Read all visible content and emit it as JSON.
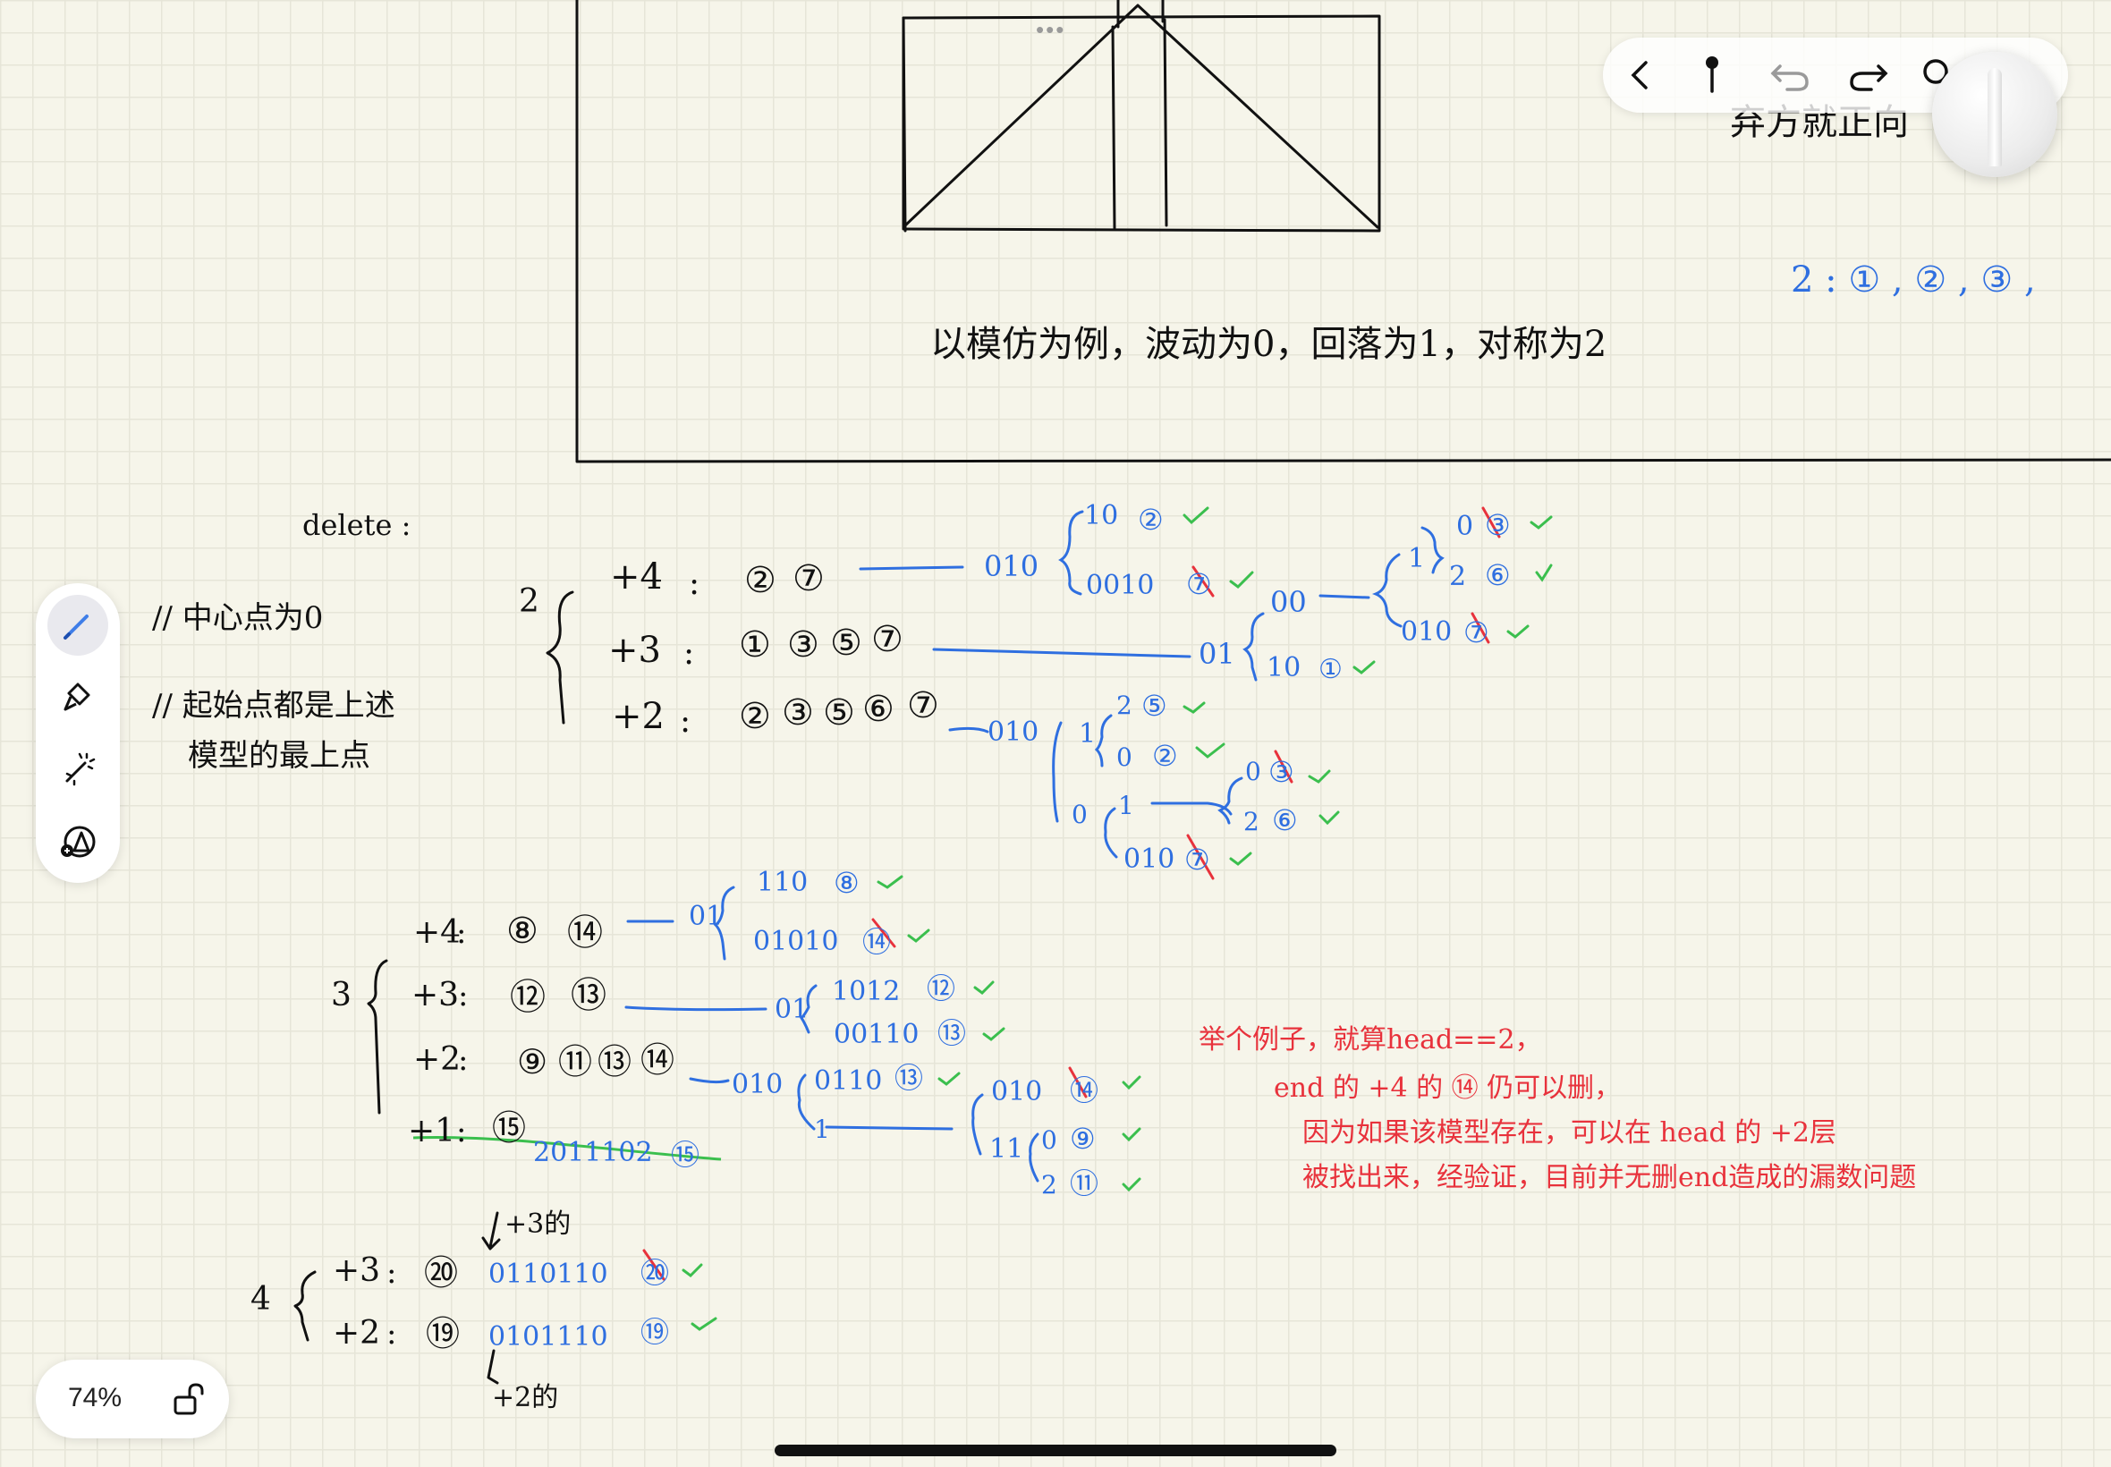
{
  "toolbar": {
    "back_icon": "chevron-left-icon",
    "pin_icon": "pin-icon",
    "undo_icon": "undo-icon",
    "redo_icon": "redo-icon",
    "search_icon": "search-icon"
  },
  "palette": {
    "tools": [
      "pen-icon",
      "highlighter-icon",
      "laser-pointer-icon",
      "shape-add-icon"
    ],
    "active_color": "#3f7ee8"
  },
  "zoom": {
    "value": "74%"
  },
  "ink": {
    "blue": "#2f6fe0",
    "red": "#e8323c",
    "green": "#3bbf4e",
    "black": "#111111",
    "diagram_caption": "以模仿为例，波动为0，回落为1，对称为2",
    "top_right_partial": "弃方就正向",
    "top_right_blue": "2 : ① , ② , ③ ,",
    "delete_label": "delete :",
    "note1": "// 中心点为0",
    "note2_line1": "// 起始点都是上述",
    "note2_line2": "模型的最上点",
    "group2": {
      "label": "2",
      "rows": [
        {
          "offset": "+4",
          "sep": ":",
          "nums": [
            "②",
            "⑦"
          ]
        },
        {
          "offset": "+3",
          "sep": ":",
          "nums": [
            "①",
            "③",
            "⑤",
            "⑦"
          ]
        },
        {
          "offset": "+2",
          "sep": ":",
          "nums": [
            "②",
            "③",
            "⑤",
            "⑥",
            "⑦"
          ]
        }
      ],
      "blue": [
        "010",
        "10",
        "②",
        "0010",
        "⑦",
        "01",
        "10",
        "①",
        "00",
        "1",
        "0",
        "③",
        "2",
        "⑥",
        "010",
        "⑦",
        "010",
        "1",
        "2",
        "⑤",
        "0",
        "②",
        "0",
        "1",
        "0",
        "③",
        "2",
        "⑥",
        "010",
        "⑦"
      ]
    },
    "group3": {
      "label": "3",
      "rows": [
        {
          "offset": "+4",
          "sep": ":",
          "nums": [
            "⑧",
            "⑭"
          ]
        },
        {
          "offset": "+3",
          "sep": ":",
          "nums": [
            "⑫",
            "⑬"
          ]
        },
        {
          "offset": "+2",
          "sep": ":",
          "nums": [
            "⑨",
            "⑪",
            "⑬",
            "⑭"
          ]
        },
        {
          "offset": "+1",
          "sep": ":",
          "nums": [
            "⑮"
          ]
        }
      ],
      "blue": [
        "01",
        "110",
        "⑧",
        "01010",
        "⑭",
        "01",
        "1012",
        "⑫",
        "00110",
        "⑬",
        "010",
        "0110",
        "⑬",
        "1",
        "010",
        "⑭",
        "11",
        "0",
        "⑨",
        "2",
        "⑪",
        "2011102",
        "⑮"
      ]
    },
    "group4": {
      "label": "4",
      "rows": [
        {
          "offset": "+3",
          "sep": ":",
          "nums": [
            "⑳"
          ]
        },
        {
          "offset": "+2",
          "sep": ":",
          "nums": [
            "⑲"
          ]
        }
      ],
      "blue": [
        "0110110",
        "⑳",
        "0101110",
        "⑲"
      ],
      "arrow_top": "+3的",
      "arrow_bottom": "+2的"
    },
    "red_note": [
      "举个例子，就算head==2，",
      "end 的 +4 的 ⑭ 仍可以删，",
      "因为如果该模型存在，可以在 head 的 +2层",
      "被找出来，经验证，目前并无删end造成的漏数问题"
    ]
  }
}
